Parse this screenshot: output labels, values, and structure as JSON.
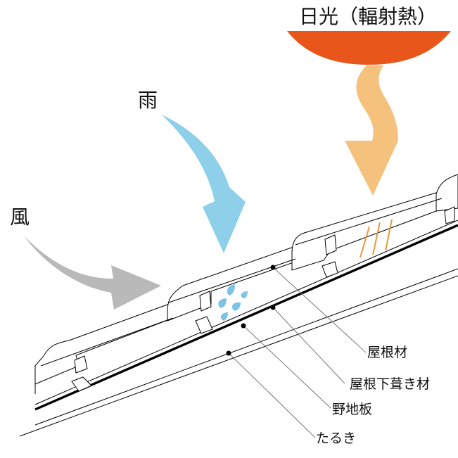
{
  "labels": {
    "sunlight": "日光（輻射熱）",
    "rain": "雨",
    "wind": "風",
    "roofing": "屋根材",
    "underlayment": "屋根下葺き材",
    "sheathing": "野地板",
    "rafter": "たるき"
  },
  "colors": {
    "sun": "#e8561c",
    "heat_arrow": "#f5c27e",
    "rain_arrow": "#8ecfea",
    "wind_arrow": "#b9b9b9",
    "heat_lines": "#e89a3c",
    "water_drops": "#7cc3e6",
    "line": "#000000"
  }
}
